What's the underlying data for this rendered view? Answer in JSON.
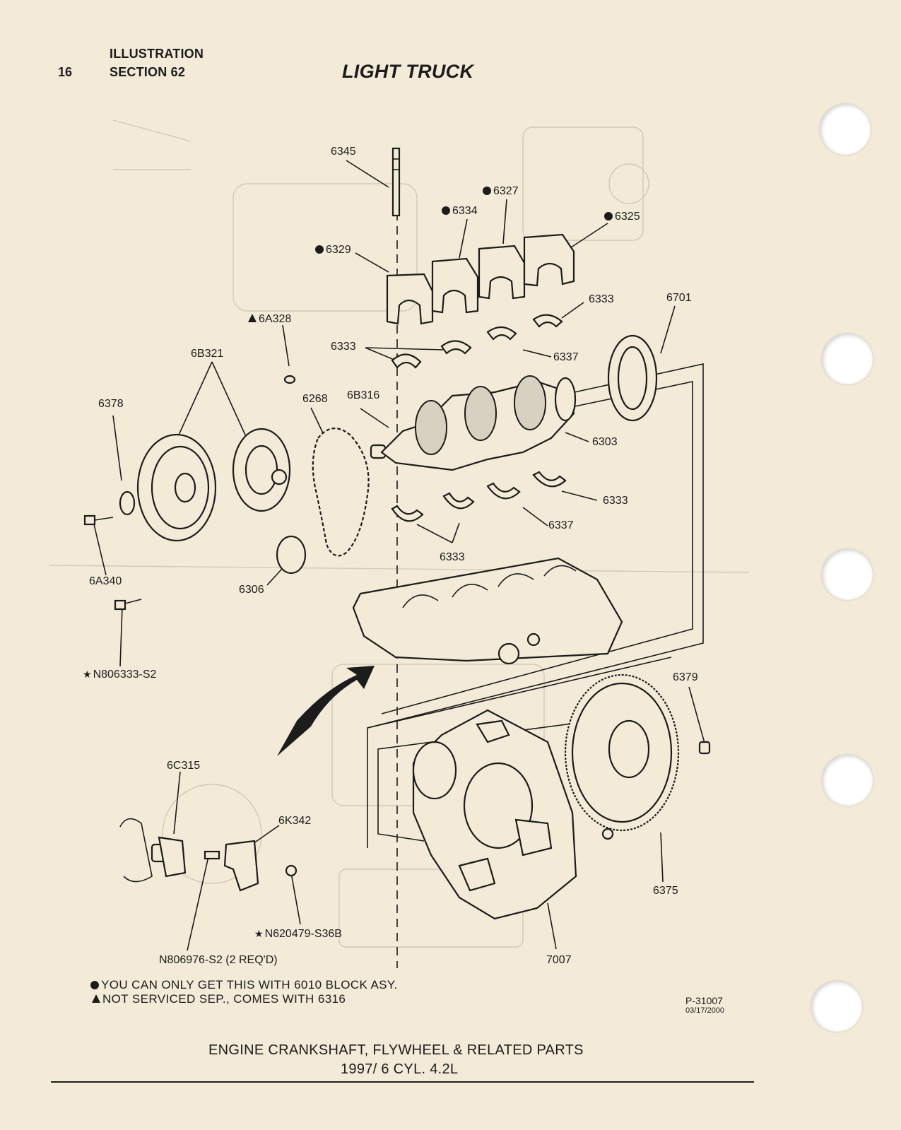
{
  "header": {
    "page_number": "16",
    "illustration_label": "ILLUSTRATION",
    "section_label": "SECTION 62",
    "title": "LIGHT TRUCK"
  },
  "parts": {
    "p6345": "6345",
    "p6327": "6327",
    "p6334": "6334",
    "p6325": "6325",
    "p6329": "6329",
    "p6333_top_right": "6333",
    "p6701": "6701",
    "p6A328": "6A328",
    "p6B321": "6B321",
    "p6333_top_left": "6333",
    "p6337_top": "6337",
    "p6378": "6378",
    "p6268": "6268",
    "p6B316": "6B316",
    "p6303": "6303",
    "p6333_low_right": "6333",
    "p6337_low": "6337",
    "p6333_low": "6333",
    "p6A340": "6A340",
    "p6306": "6306",
    "pN806333": "N806333-S2",
    "p6379": "6379",
    "p6C315": "6C315",
    "p6K342": "6K342",
    "p6375": "6375",
    "pN620479": "N620479-S36B",
    "pN806976": "N806976-S2 (2 REQ'D)",
    "p7007": "7007"
  },
  "legend": {
    "dot_note": "YOU CAN ONLY GET THIS WITH 6010 BLOCK ASY.",
    "triangle_note": "NOT SERVICED SEP., COMES WITH 6316"
  },
  "figure_id": "P-31007",
  "figure_date": "03/17/2000",
  "caption": {
    "line1": "ENGINE CRANKSHAFT, FLYWHEEL & RELATED PARTS",
    "line2": "1997/ 6 CYL. 4.2L"
  }
}
